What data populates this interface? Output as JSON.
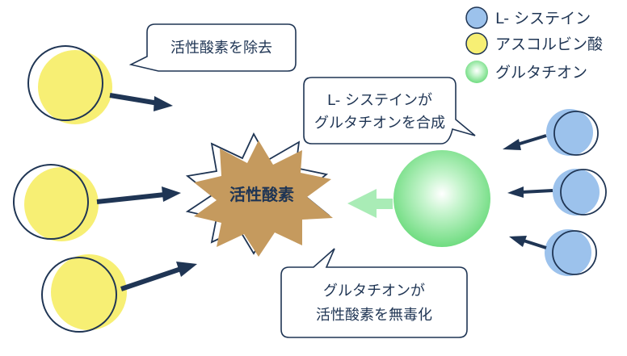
{
  "legend": {
    "items": [
      {
        "label": "L- システイン",
        "color": "#9cc2ec"
      },
      {
        "label": "アスコルビン酸",
        "color": "#f7ef74"
      },
      {
        "label": "グルタチオン",
        "color": "#8fe89a"
      }
    ]
  },
  "bubbles": {
    "removal": "活性酸素を除去",
    "synthesis_line1": "L- システインが",
    "synthesis_line2": "グルタチオンを合成",
    "detox_line1": "グルタチオンが",
    "detox_line2": "活性酸素を無毒化"
  },
  "center": {
    "label": "活性酸素",
    "color": "#c59a5e"
  },
  "colors": {
    "navy": "#1f3554",
    "ascorbic": "#f7ef74",
    "cysteine": "#9cc2ec",
    "glutathione": "#8fe89a",
    "light_arrow": "#a9ecb6"
  }
}
